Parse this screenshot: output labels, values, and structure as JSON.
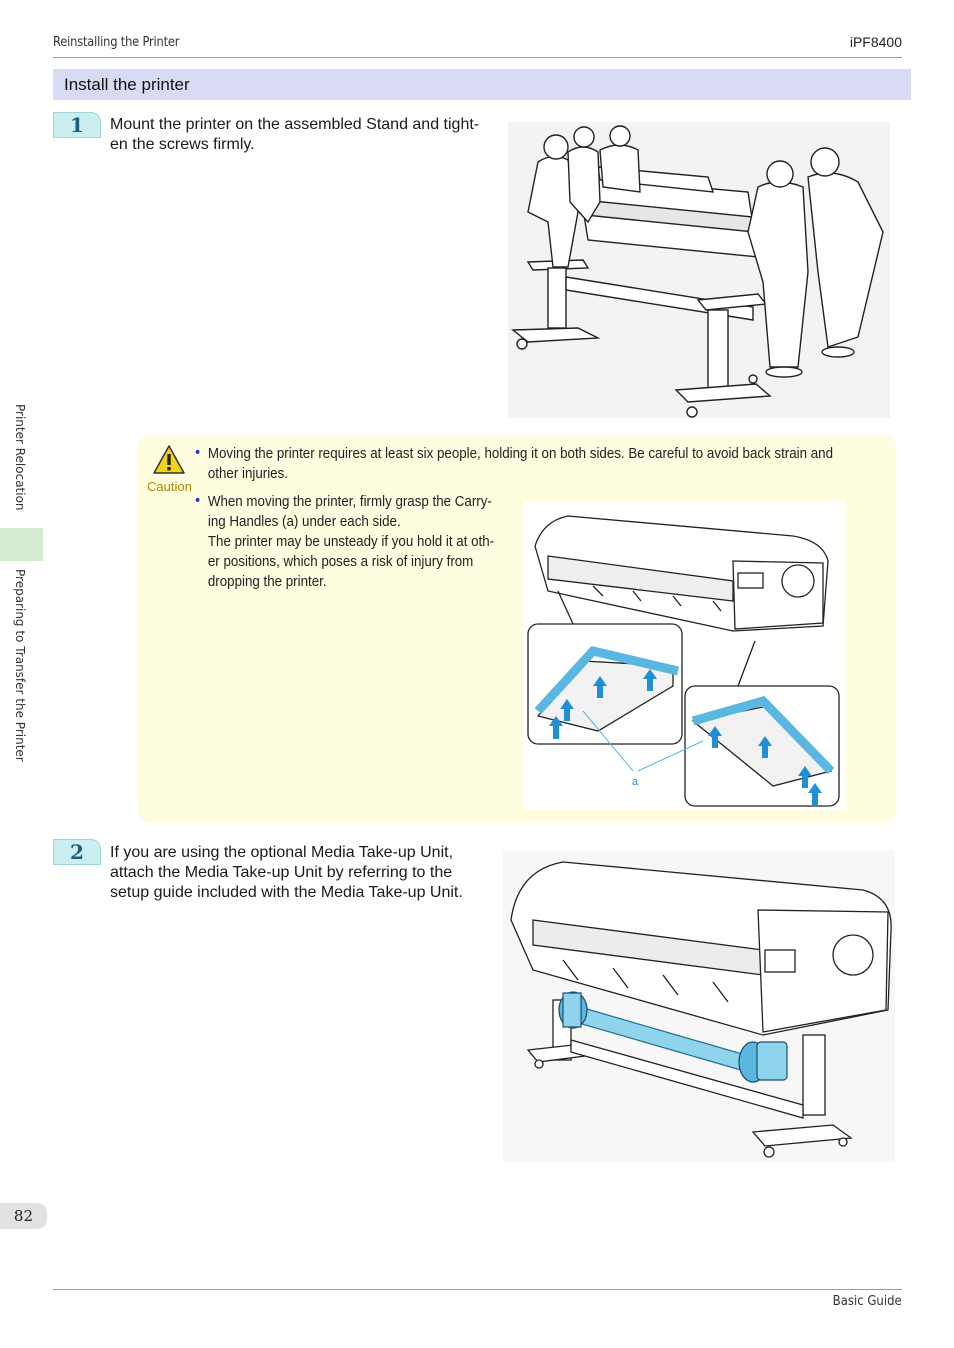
{
  "header": {
    "left": "Reinstalling the Printer",
    "right": "iPF8400"
  },
  "section": {
    "title": "Install the printer"
  },
  "steps": [
    {
      "number": "1",
      "text_line1": "Mount the printer on the assembled Stand and tight-",
      "text_line2": "en the screws firmly."
    },
    {
      "number": "2",
      "text_line1": "If you are using the optional Media Take-up Unit,",
      "text_line2": "attach the Media Take-up Unit by referring to the",
      "text_line3": "setup guide included with the Media Take-up Unit."
    }
  ],
  "caution": {
    "label": "Caution",
    "bullet1_line1": "Moving the printer requires at least six people, holding it on both sides. Be careful to avoid back strain and",
    "bullet1_line2": "other injuries.",
    "bullet2_line1": "When moving the printer, firmly grasp the Carry-",
    "bullet2_line2": "ing Handles (a) under each side.",
    "bullet2_line3": "The printer may be unsteady if you hold it at oth-",
    "bullet2_line4": "er positions, which poses a risk of injury from",
    "bullet2_line5": "dropping the printer.",
    "callout_letter": "a",
    "icon": "warning-triangle-icon"
  },
  "sidebar": {
    "tab1": "Printer Relocation",
    "tab2": "Preparing to Transfer the Printer"
  },
  "footer": {
    "page_number": "82",
    "right": "Basic Guide"
  },
  "colors": {
    "section_bar": "#d9dbf4",
    "caution_bg": "#fefde0",
    "step_badge": "#cbeef0",
    "highlight": "#8fd3ec",
    "arrow": "#1f8fd6"
  }
}
